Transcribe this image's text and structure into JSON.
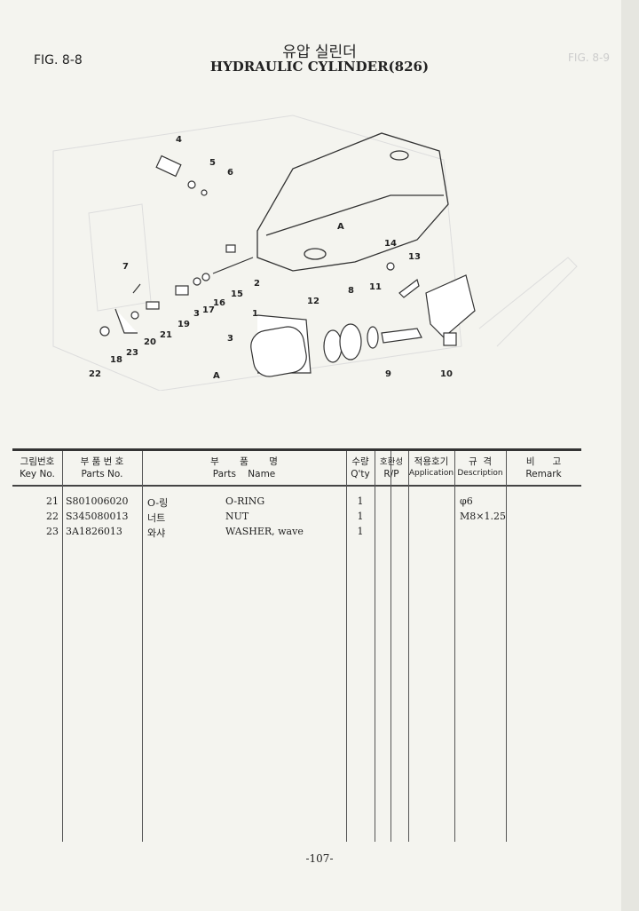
{
  "header": {
    "fig": "FIG. 8-8",
    "title_ko": "유압 실린더",
    "title_en": "HYDRAULIC CYLINDER(826)",
    "ghost": "FIG. 8-9"
  },
  "diagram": {
    "callouts": [
      "4",
      "5",
      "6",
      "A",
      "7",
      "14",
      "13",
      "2",
      "15",
      "8",
      "11",
      "12",
      "16",
      "17",
      "3",
      "19",
      "21",
      "20",
      "23",
      "18",
      "22",
      "1",
      "3",
      "A",
      "9",
      "10"
    ]
  },
  "table": {
    "headers": [
      {
        "ko": "그림번호",
        "en": "Key No."
      },
      {
        "ko": "부 품 번 호",
        "en": "Parts No."
      },
      {
        "ko": "부       품       명",
        "en": "Parts    Name"
      },
      {
        "ko": "수량",
        "en": "Q'ty"
      },
      {
        "ko": "호환성",
        "en": "R/P"
      },
      {
        "ko": "적용호기",
        "en": "Application"
      },
      {
        "ko": "규  격",
        "en": "Description"
      },
      {
        "ko": "비      고",
        "en": "Remark"
      }
    ],
    "rows": [
      {
        "key": "21",
        "part_no": "S801006020",
        "name_ko": "O-링",
        "name_en": "O-RING",
        "qty": "1",
        "rp": "",
        "application": "",
        "description": "φ6",
        "remark": ""
      },
      {
        "key": "22",
        "part_no": "S345080013",
        "name_ko": "너트",
        "name_en": "NUT",
        "qty": "1",
        "rp": "",
        "application": "",
        "description": "M8×1.25",
        "remark": ""
      },
      {
        "key": "23",
        "part_no": "3A1826013",
        "name_ko": "와샤",
        "name_en": "WASHER, wave",
        "qty": "1",
        "rp": "",
        "application": "",
        "description": "",
        "remark": ""
      }
    ]
  },
  "footer": {
    "page": "-107-"
  }
}
